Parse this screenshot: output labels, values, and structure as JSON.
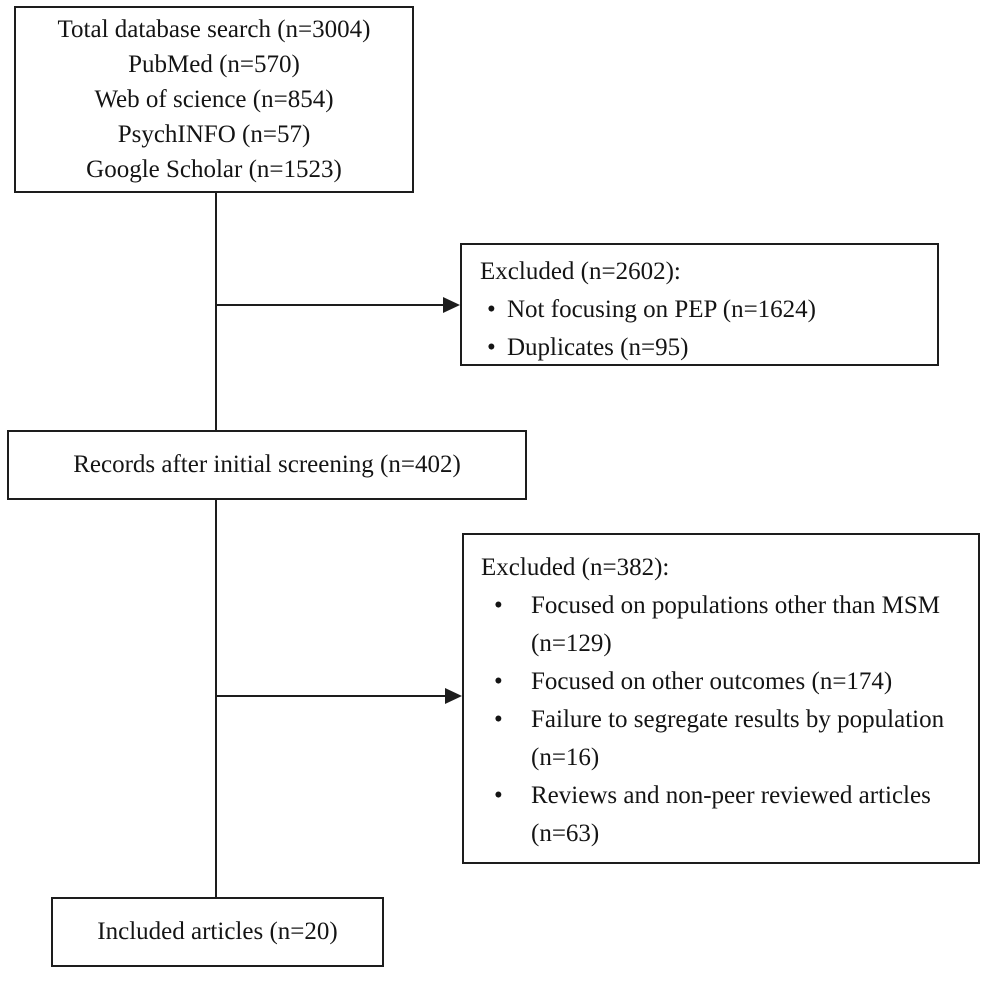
{
  "bullet_char": "•",
  "colors": {
    "border": "#1d1d1d",
    "text": "#141414",
    "background": "#ffffff"
  },
  "flow": {
    "total_box": {
      "lines": [
        "Total database search (n=3004)",
        "PubMed (n=570)",
        "Web of science (n=854)",
        "PsychINFO (n=57)",
        "Google Scholar (n=1523)"
      ]
    },
    "excluded_initial": {
      "title": "Excluded (n=2602):",
      "items": [
        "Not focusing on PEP (n=1624)",
        "Duplicates (n=95)"
      ]
    },
    "records_box": {
      "label": "Records after initial screening (n=402)"
    },
    "excluded_fulltext": {
      "title": "Excluded (n=382):",
      "items": [
        "Focused on populations other than MSM (n=129)",
        "Focused on other outcomes (n=174)",
        "Failure to segregate results by population (n=16)",
        "Reviews and non-peer reviewed articles (n=63)"
      ]
    },
    "included_box": {
      "label": "Included articles (n=20)"
    }
  }
}
